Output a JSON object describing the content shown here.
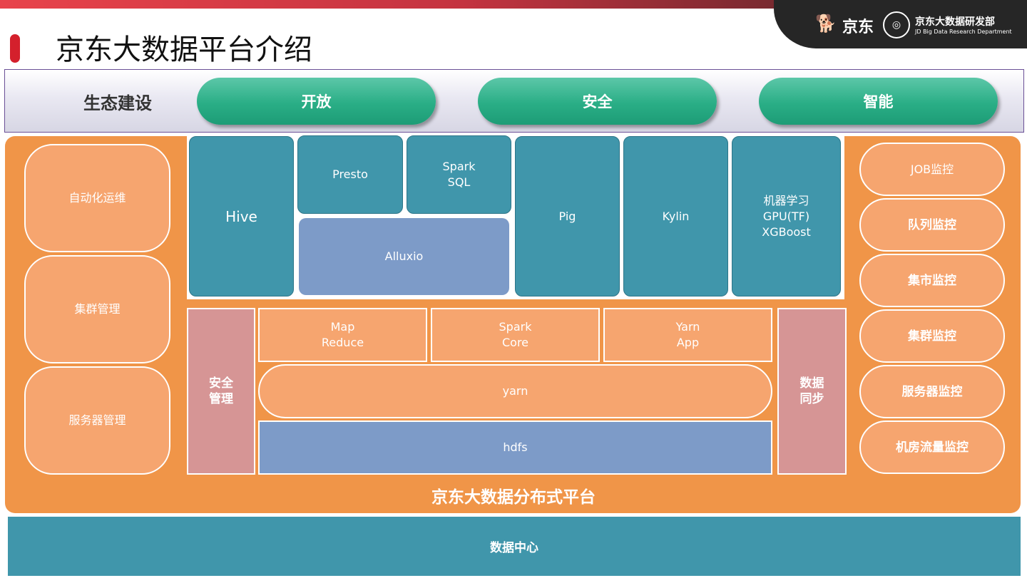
{
  "header": {
    "title": "京东大数据平台介绍",
    "brand_logo_text": "京东",
    "brand_dept_cn": "京东大数据研发部",
    "brand_dept_en": "JD Big Data Research Department",
    "brand_dog_icon": "🐕",
    "brand_seal_icon": "◎",
    "accent_color": "#d4202c"
  },
  "ecosystem": {
    "label": "生态建设",
    "pillars": [
      "开放",
      "安全",
      "智能"
    ]
  },
  "ops": [
    "自动化运维",
    "集群管理",
    "服务器管理"
  ],
  "compute": {
    "hive": "Hive",
    "presto": "Presto",
    "spark_sql": "Spark\nSQL",
    "alluxio": "Alluxio",
    "pig": "Pig",
    "kylin": "Kylin",
    "ml": "机器学习\nGPU(TF)\nXGBoost"
  },
  "core": {
    "security": "安全\n管理",
    "mapreduce": "Map\nReduce",
    "spark_core": "Spark\nCore",
    "yarn_app": "Yarn\nApp",
    "yarn": "yarn",
    "hdfs": "hdfs",
    "data_sync": "数据\n同步"
  },
  "monitoring": [
    "JOB监控",
    "队列监控",
    "集市监控",
    "集群监控",
    "服务器监控",
    "机房流量监控"
  ],
  "platform_label": "京东大数据分布式平台",
  "datacenter_label": "数据中心",
  "colors": {
    "platform": "#f09548",
    "teal": "#4096ab",
    "lavender": "#7d9bc8",
    "peach": "#f6a56f",
    "rose": "#d69595",
    "green": "#2aae86"
  }
}
